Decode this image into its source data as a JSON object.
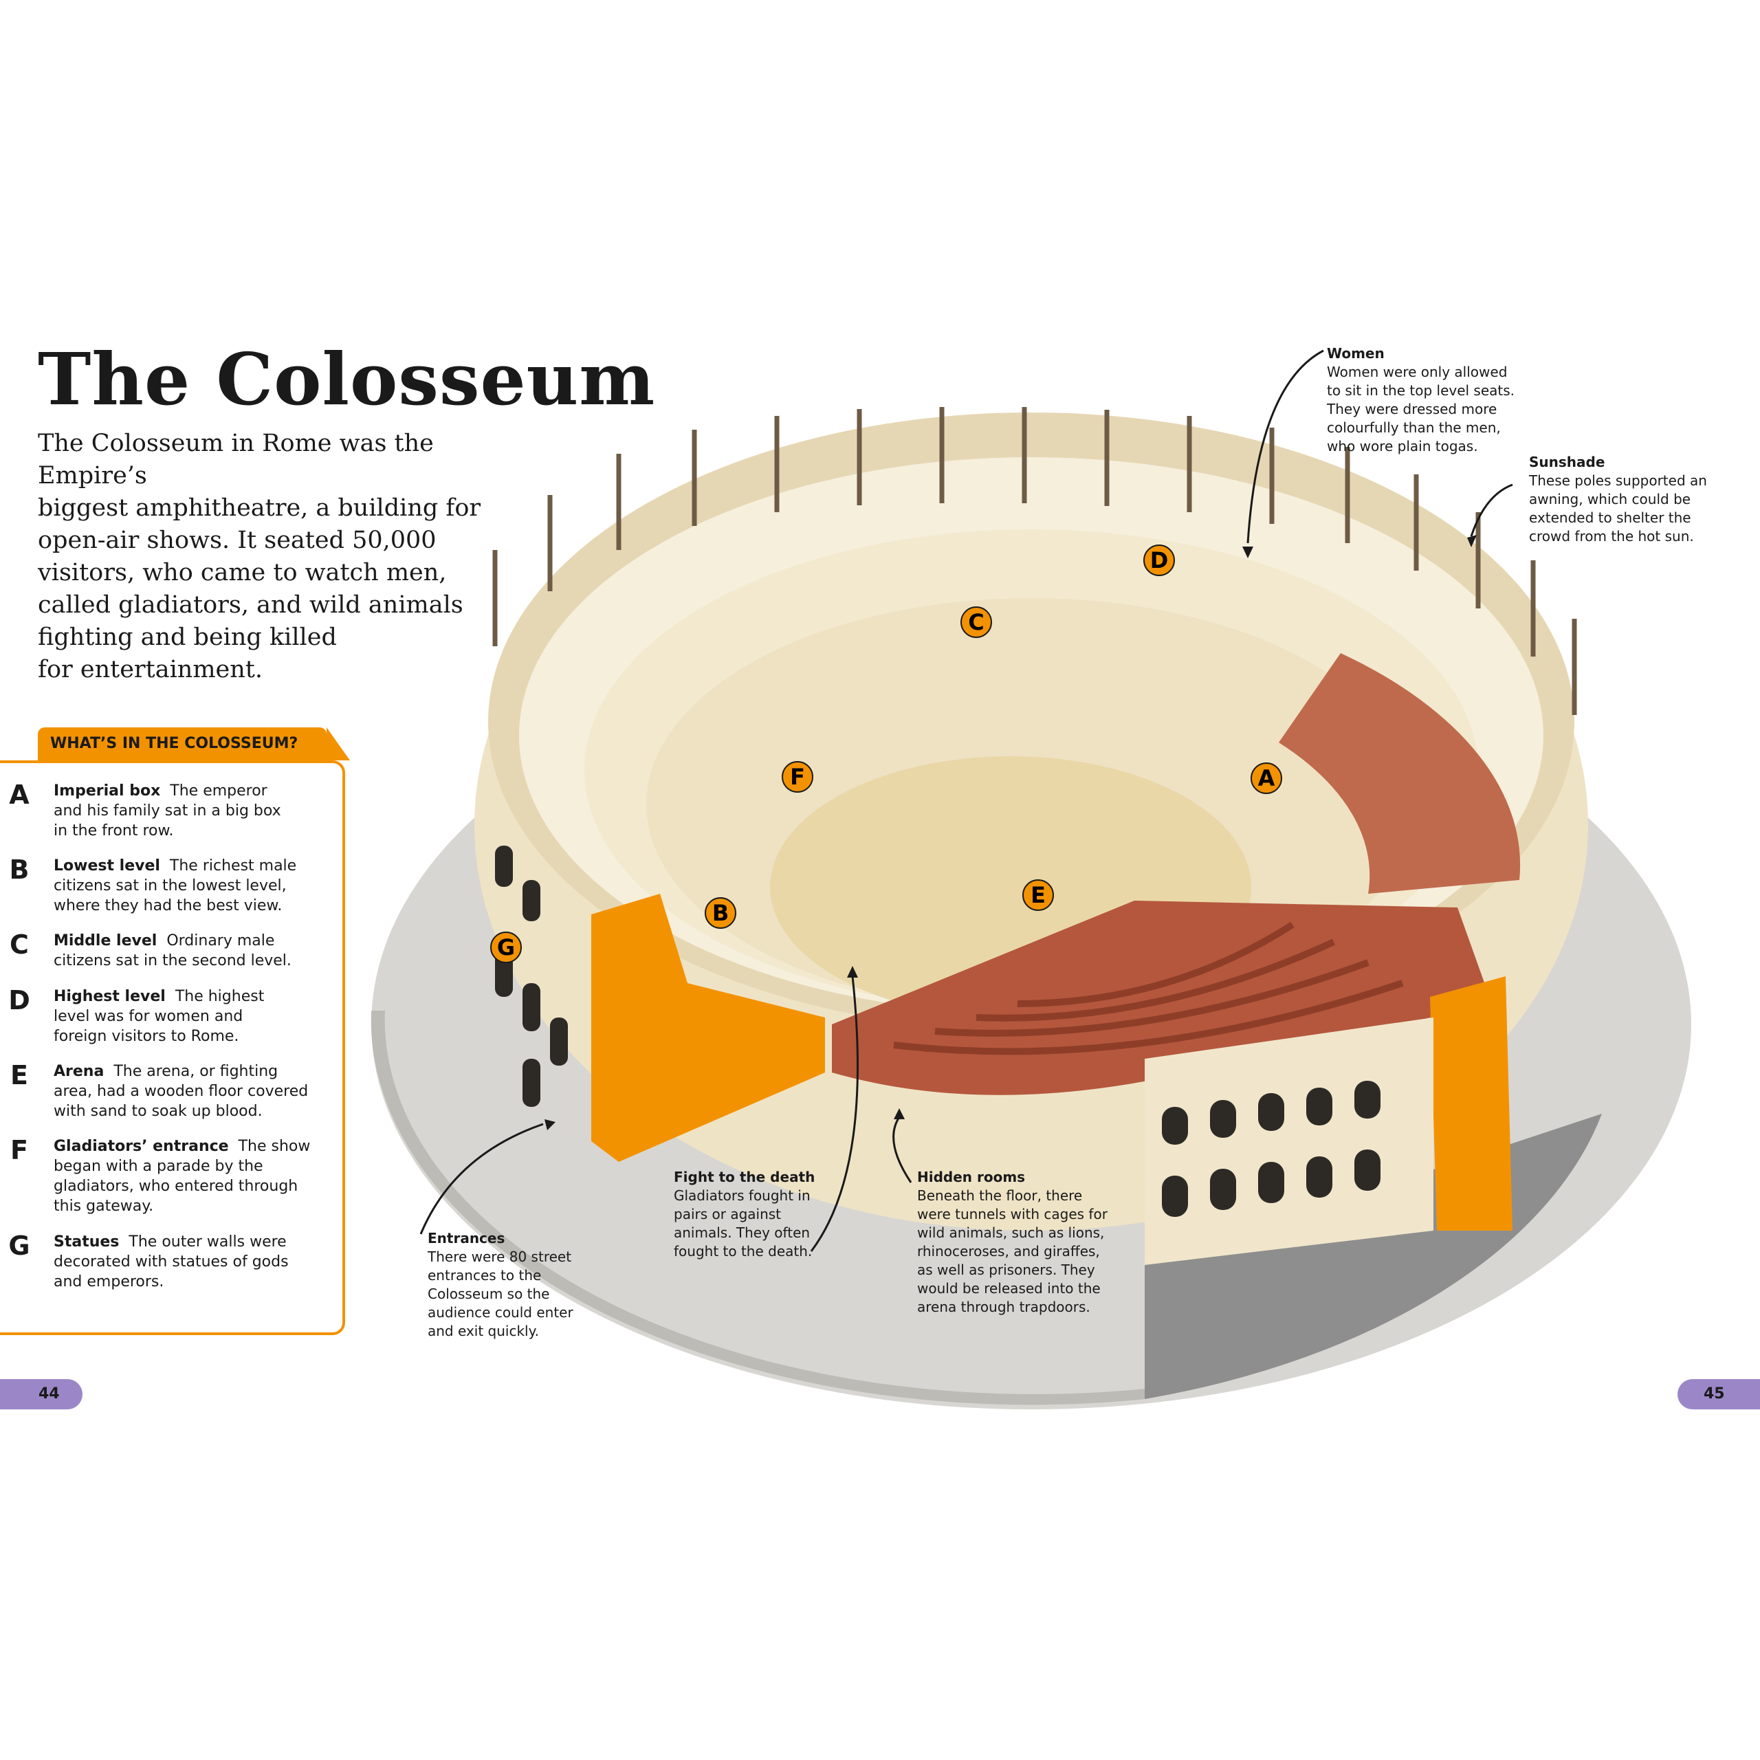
{
  "title": "The Colosseum",
  "intro_lines": [
    "The Colosseum in Rome was the Empire’s",
    "biggest amphitheatre, a building for",
    "open-air shows. It seated 50,000",
    "visitors, who came to watch men,",
    "called gladiators, and wild animals",
    "fighting and being killed",
    "for entertainment."
  ],
  "key": {
    "heading": "WHAT’S IN THE COLOSSEUM?",
    "items": [
      {
        "letter": "A",
        "term": "Imperial box",
        "lines": [
          "The emperor",
          "and his family sat in a big box",
          "in the front row."
        ]
      },
      {
        "letter": "B",
        "term": "Lowest level",
        "lines": [
          "The richest male",
          "citizens sat in the lowest level,",
          "where they had the best view."
        ]
      },
      {
        "letter": "C",
        "term": "Middle level",
        "lines": [
          "Ordinary male",
          "citizens sat in the second level."
        ]
      },
      {
        "letter": "D",
        "term": "Highest level",
        "lines": [
          "The highest",
          "level was for women and",
          "foreign visitors to Rome."
        ]
      },
      {
        "letter": "E",
        "term": "Arena",
        "lines": [
          "The arena, or fighting",
          "area, had a wooden floor covered",
          "with sand to soak up blood."
        ]
      },
      {
        "letter": "F",
        "term": "Gladiators’ entrance",
        "lines": [
          "The show",
          "began with a parade by the",
          "gladiators, who entered through",
          "this gateway."
        ]
      },
      {
        "letter": "G",
        "term": "Statues",
        "lines": [
          "The outer walls were",
          "decorated with statues of gods",
          "and emperors."
        ]
      }
    ]
  },
  "annotations": {
    "women": {
      "heading": "Women",
      "lines": [
        "Women were only allowed",
        "to sit in the top level seats.",
        "They were dressed more",
        "colourfully than the men,",
        "who wore plain togas."
      ]
    },
    "sunshade": {
      "heading": "Sunshade",
      "lines": [
        "These poles supported an",
        "awning, which could be",
        "extended to shelter the",
        "crowd from the hot sun."
      ]
    },
    "entrances": {
      "heading": "Entrances",
      "lines": [
        "There were 80 street",
        "entrances to the",
        "Colosseum so the",
        "audience could enter",
        "and exit quickly."
      ]
    },
    "fight": {
      "heading": "Fight to the death",
      "lines": [
        "Gladiators fought in",
        "pairs or against",
        "animals. They often",
        "fought to the death."
      ]
    },
    "hidden": {
      "heading": "Hidden rooms",
      "lines": [
        "Beneath the floor, there",
        "were tunnels with cages for",
        "wild animals, such as lions,",
        "rhinoceroses, and giraffes,",
        "as well as prisoners. They",
        "would be released into the",
        "arena through trapdoors."
      ]
    }
  },
  "markers": [
    "A",
    "B",
    "C",
    "D",
    "E",
    "F",
    "G"
  ],
  "page_numbers": {
    "left": "44",
    "right": "45"
  },
  "colors": {
    "accent": "#f39200",
    "page_tab": "#9b87c7",
    "stone": "#f2e6cc",
    "brick": "#b5573d",
    "sand": "#ead7a8"
  }
}
